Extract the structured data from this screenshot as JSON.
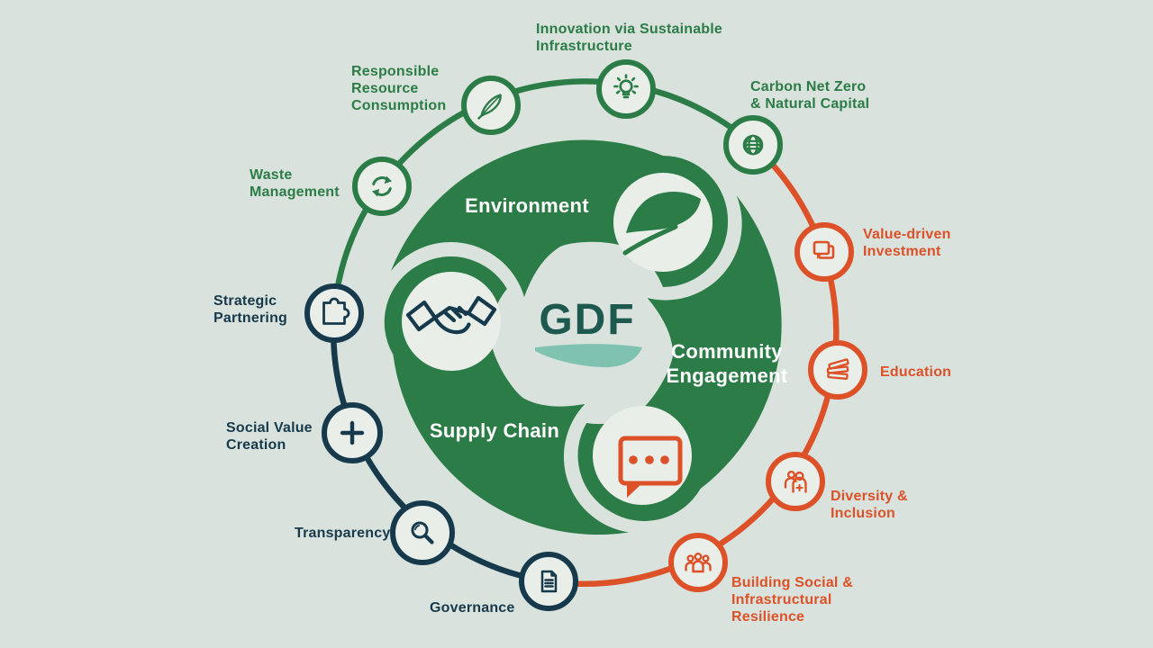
{
  "brand": "GDF",
  "colors": {
    "background": "#d9e2dc",
    "node_fill": "#e9eee9",
    "green": "#2b7c46",
    "orange": "#dd5128",
    "navy": "#163a4c",
    "gdf_text": "#1d594e",
    "swoosh_teal": "#7fc2b0"
  },
  "segments": [
    {
      "label": "Environment",
      "color": "#2b7c46",
      "icon": "leaf-icon"
    },
    {
      "label": "Supply Chain",
      "color": "#163a4c",
      "icon": "handshake-icon"
    },
    {
      "label": "Community\nEngagement",
      "color": "#dd5128",
      "icon": "speech-bubble-icon"
    }
  ],
  "ring_items": [
    {
      "label": "Innovation via Sustainable\nInfrastructure",
      "icon": "lightbulb-icon",
      "group": "environment"
    },
    {
      "label": "Carbon Net Zero\n& Natural Capital",
      "icon": "globe-icon",
      "group": "environment"
    },
    {
      "label": "Responsible\nResource\nConsumption",
      "icon": "feather-icon",
      "group": "environment"
    },
    {
      "label": "Waste\nManagement",
      "icon": "recycle-icon",
      "group": "environment"
    },
    {
      "label": "Value-driven\nInvestment",
      "icon": "chat-bubbles-icon",
      "group": "community"
    },
    {
      "label": "Education",
      "icon": "books-icon",
      "group": "community"
    },
    {
      "label": "Diversity &\nInclusion",
      "icon": "people-plus-icon",
      "group": "community"
    },
    {
      "label": "Building Social &\nInfrastructural\nResilience",
      "icon": "people-group-icon",
      "group": "community"
    },
    {
      "label": "Governance",
      "icon": "document-icon",
      "group": "supply-chain"
    },
    {
      "label": "Transparency",
      "icon": "magnifier-icon",
      "group": "supply-chain"
    },
    {
      "label": "Social Value\nCreation",
      "icon": "plus-icon",
      "group": "supply-chain"
    },
    {
      "label": "Strategic\nPartnering",
      "icon": "puzzle-icon",
      "group": "supply-chain"
    }
  ]
}
